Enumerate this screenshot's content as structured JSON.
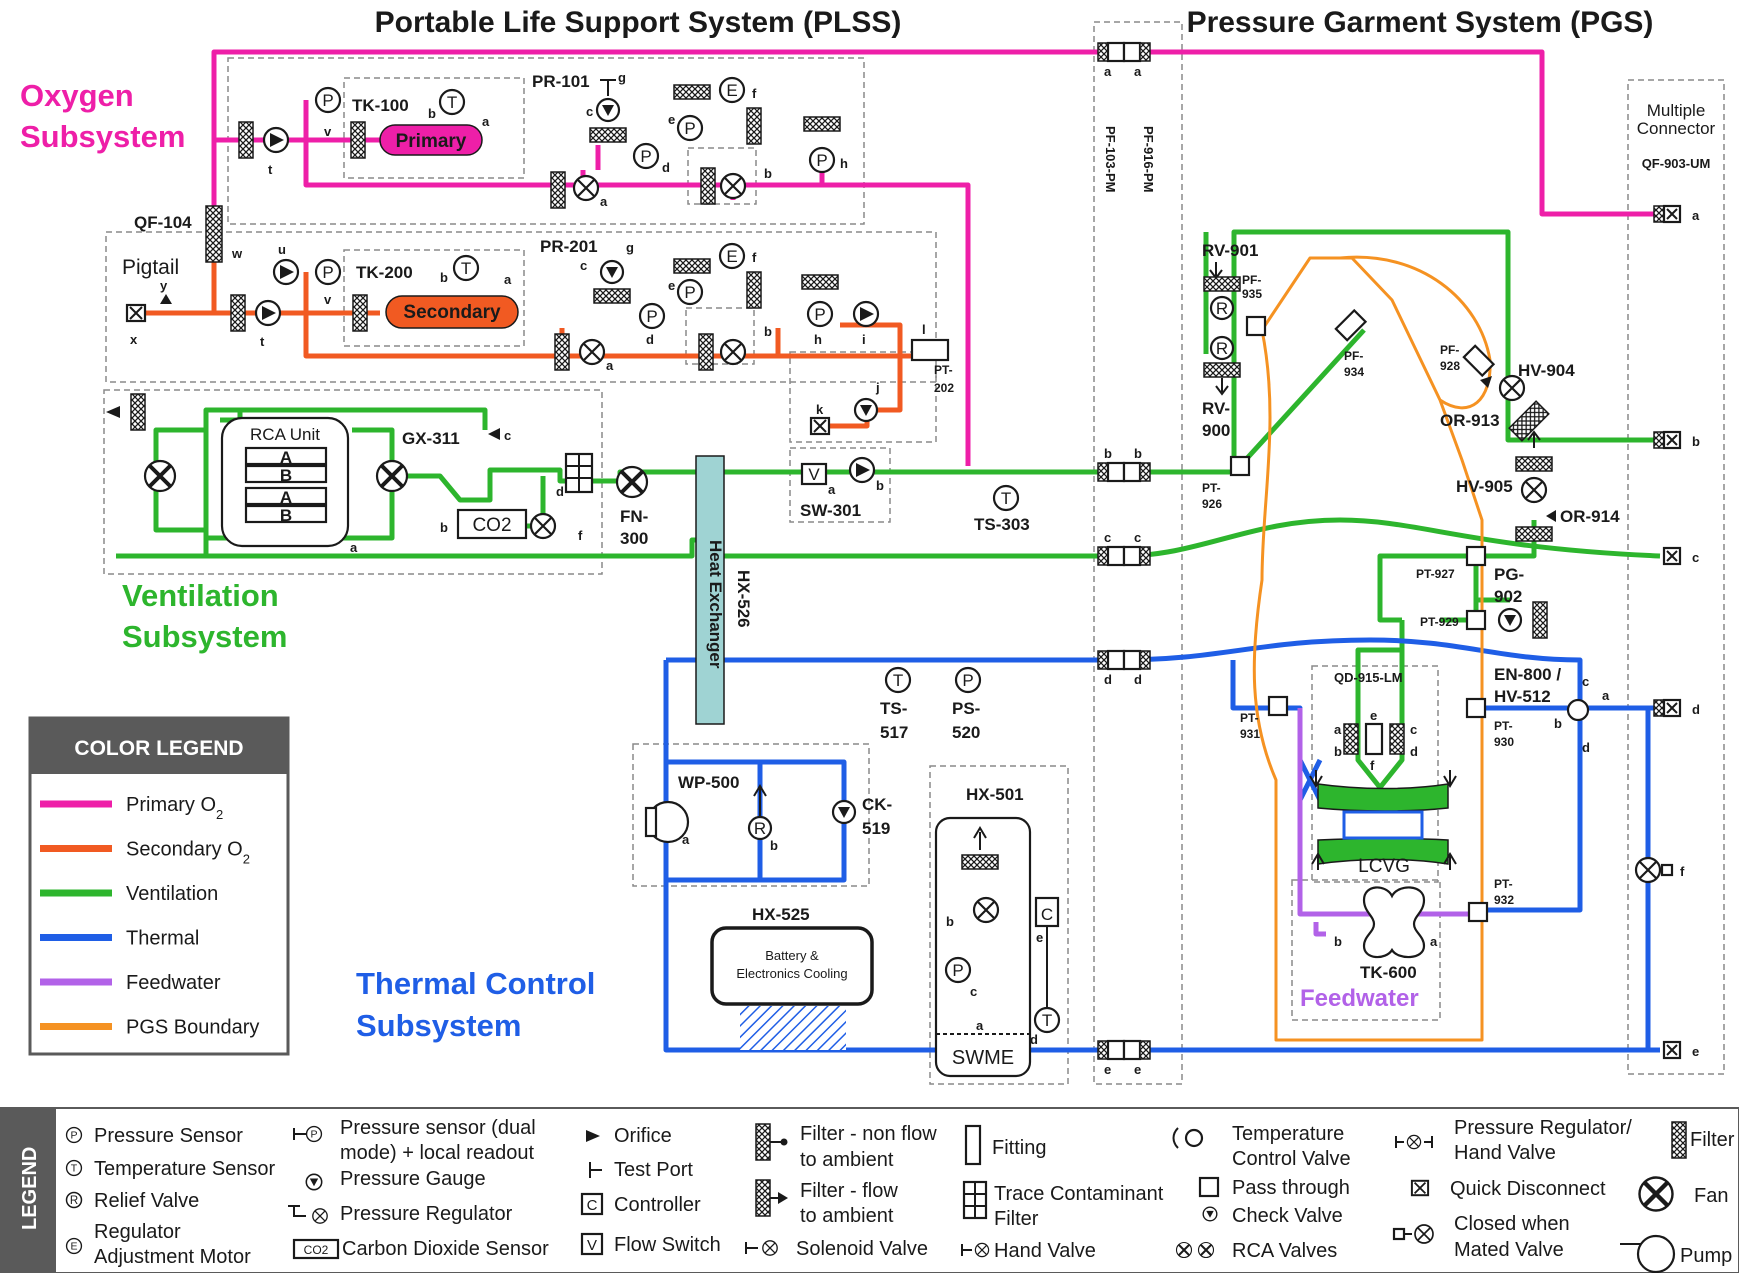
{
  "headers": {
    "plss": "Portable Life Support System (PLSS)",
    "pgs": "Pressure Garment System (PGS)"
  },
  "subsystems": {
    "oxygen_line1": "Oxygen",
    "oxygen_line2": "Subsystem",
    "ventilation_line1": "Ventilation",
    "ventilation_line2": "Subsystem",
    "thermal_line1": "Thermal Control",
    "thermal_line2": "Subsystem"
  },
  "colors": {
    "primary_o2": "#ee1fa8",
    "secondary_o2": "#f15a22",
    "ventilation": "#2db52d",
    "thermal": "#1f5ee6",
    "feedwater": "#b262e8",
    "pgs_boundary": "#f59222",
    "legend_header_bg": "#5a5a5a"
  },
  "components": {
    "tk100": "TK-100",
    "primary": "Primary",
    "tk200": "TK-200",
    "secondary": "Secondary",
    "pr101": "PR-101",
    "pr201": "PR-201",
    "qf104": "QF-104",
    "pigtail": "Pigtail",
    "rca_unit": "RCA Unit",
    "rca_a": "A",
    "rca_b": "B",
    "gx311": "GX-311",
    "co2": "CO2",
    "fn300_1": "FN-",
    "fn300_2": "300",
    "hx526": "HX-526",
    "heat_exchanger": "Heat Exchanger",
    "sw301": "SW-301",
    "ts303": "TS-303",
    "pt202_1": "PT-",
    "pt202_2": "202",
    "pf103": "PF-103-PM",
    "pf916": "PF-916-PM",
    "multiple_connector_1": "Multiple",
    "multiple_connector_2": "Connector",
    "qf903": "QF-903-UM",
    "rv901": "RV-901",
    "rv900_1": "RV-",
    "rv900_2": "900",
    "pf935_1": "PF-",
    "pf935_2": "935",
    "pf934_1": "PF-",
    "pf934_2": "934",
    "pf928_1": "PF-",
    "pf928_2": "928",
    "hv904": "HV-904",
    "or913": "OR-913",
    "hv905": "HV-905",
    "or914": "OR-914",
    "pt926_1": "PT-",
    "pt926_2": "926",
    "pt927": "PT-927",
    "pg902_1": "PG-",
    "pg902_2": "902",
    "pt929": "PT-929",
    "en800_1": "EN-800 /",
    "en800_2": "HV-512",
    "qd915": "QD-915-LM",
    "pt931_1": "PT-",
    "pt931_2": "931",
    "pt930_1": "PT-",
    "pt930_2": "930",
    "pt932_1": "PT-",
    "pt932_2": "932",
    "lcvg": "LCVG",
    "tk600": "TK-600",
    "feedwater": "Feedwater",
    "ts517_1": "TS-",
    "ts517_2": "517",
    "ps520_1": "PS-",
    "ps520_2": "520",
    "wp500": "WP-500",
    "ck519_1": "CK-",
    "ck519_2": "519",
    "hx501": "HX-501",
    "hx525": "HX-525",
    "battery_1": "Battery &",
    "battery_2": "Electronics Cooling",
    "swme": "SWME"
  },
  "color_legend": {
    "title": "COLOR LEGEND",
    "items": [
      "Primary O",
      "Secondary O",
      "Ventilation",
      "Thermal",
      "Feedwater",
      "PGS Boundary"
    ],
    "o2_subscript": "2"
  },
  "symbol_legend": {
    "title": "LEGEND",
    "col1": [
      "Pressure Sensor",
      "Temperature Sensor",
      "Relief Valve",
      "Regulator",
      "Adjustment Motor"
    ],
    "col2": [
      "Pressure sensor (dual",
      "mode) + local readout",
      "Pressure Gauge",
      "Pressure Regulator",
      "Carbon Dioxide Sensor"
    ],
    "col3": [
      "Orifice",
      "Test Port",
      "Controller",
      "Flow Switch"
    ],
    "col4": [
      "Filter - non flow",
      "to ambient",
      "Filter - flow",
      "to ambient",
      "Solenoid Valve"
    ],
    "col5": [
      "Fitting",
      "Trace Contaminant",
      "Filter",
      "Hand Valve"
    ],
    "col6": [
      "Temperature",
      "Control Valve",
      "Pass through",
      "Check Valve",
      "RCA Valves"
    ],
    "col7": [
      "Pressure Regulator/",
      "Hand Valve",
      "Quick Disconnect",
      "Closed when",
      "Mated Valve"
    ],
    "col8": [
      "Filter",
      "Fan",
      "Pump"
    ],
    "glyph_co2": "CO2",
    "glyph_c": "C",
    "glyph_v": "V"
  },
  "letters": {
    "a": "a",
    "b": "b",
    "c": "c",
    "d": "d",
    "e": "e",
    "f": "f",
    "g": "g",
    "h": "h",
    "i": "i",
    "j": "j",
    "k": "k",
    "l": "l",
    "t": "t",
    "u": "u",
    "v": "v",
    "w": "w",
    "x": "x",
    "y": "y",
    "P": "P",
    "T": "T",
    "E": "E",
    "R": "R",
    "V": "V",
    "C": "C"
  }
}
